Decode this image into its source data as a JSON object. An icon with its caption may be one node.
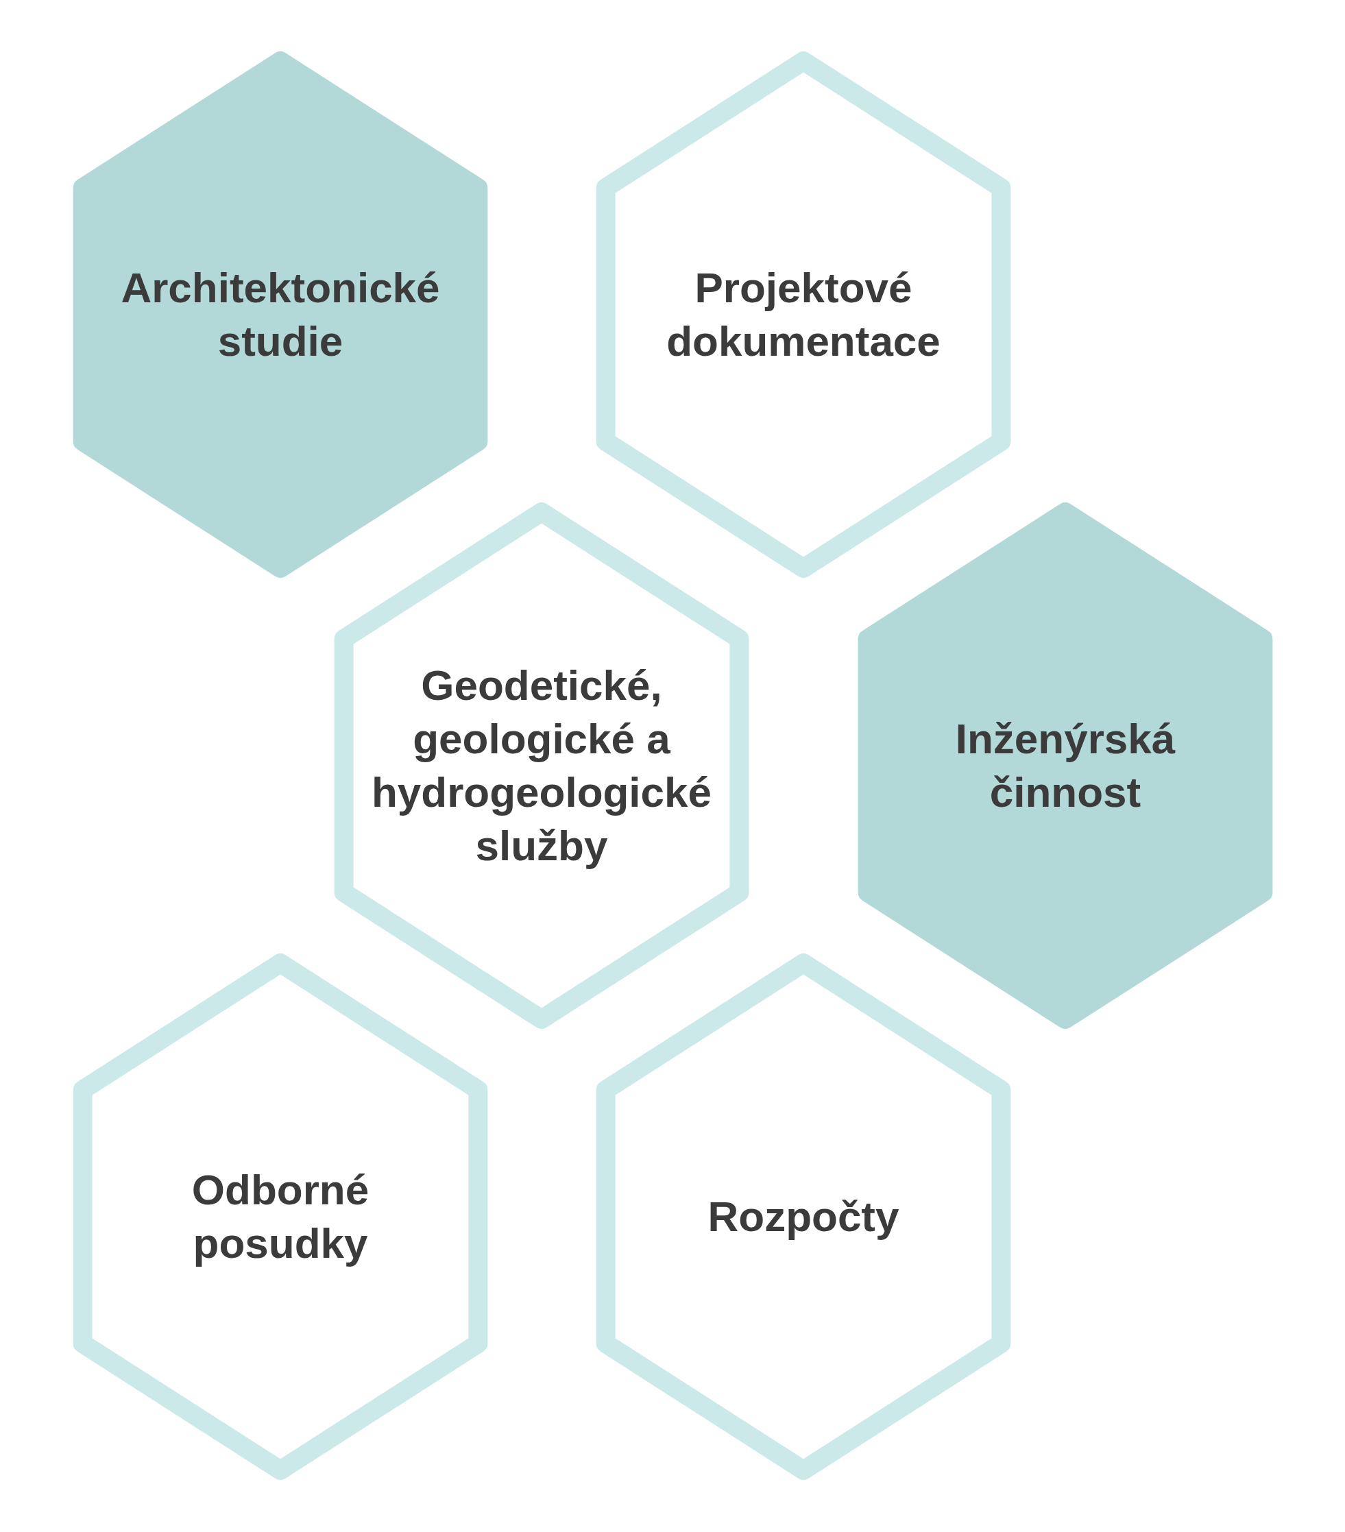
{
  "diagram": {
    "nodes": [
      {
        "text": [
          "Architektonické studie"
        ]
      },
      {
        "text": [
          "Projektové dokumentace"
        ]
      },
      {
        "text": [
          "Geodetické, geologické a hydrogeologické služby"
        ]
      },
      {
        "text": [
          "Inženýrská činnost"
        ]
      },
      {
        "text": [
          "Odborné posudky"
        ]
      },
      {
        "text": [
          "Rozpočty"
        ]
      }
    ]
  }
}
